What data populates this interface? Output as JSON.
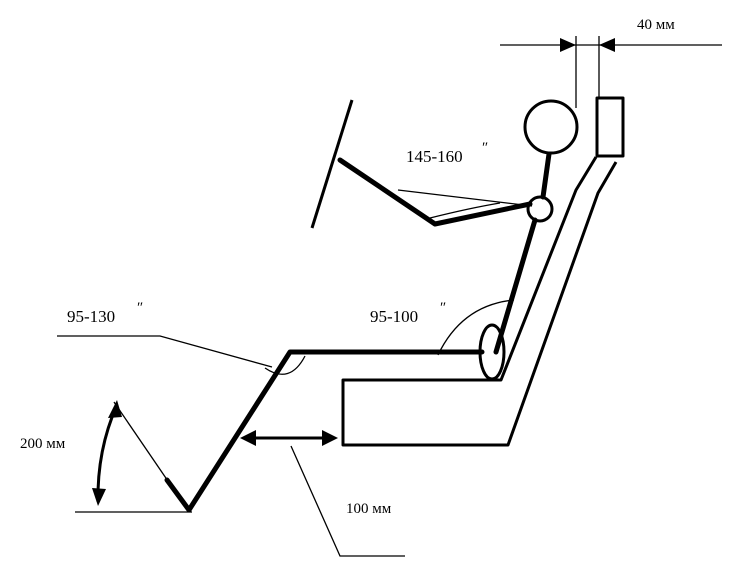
{
  "labels": {
    "head_clearance": "40 мм",
    "elbow_angle": "145-160",
    "hip_angle": "95-100",
    "knee_angle": "95-130",
    "pedal_travel": "200 мм",
    "seat_distance": "100 мм"
  },
  "colors": {
    "line": "#000000",
    "background": "#ffffff"
  }
}
